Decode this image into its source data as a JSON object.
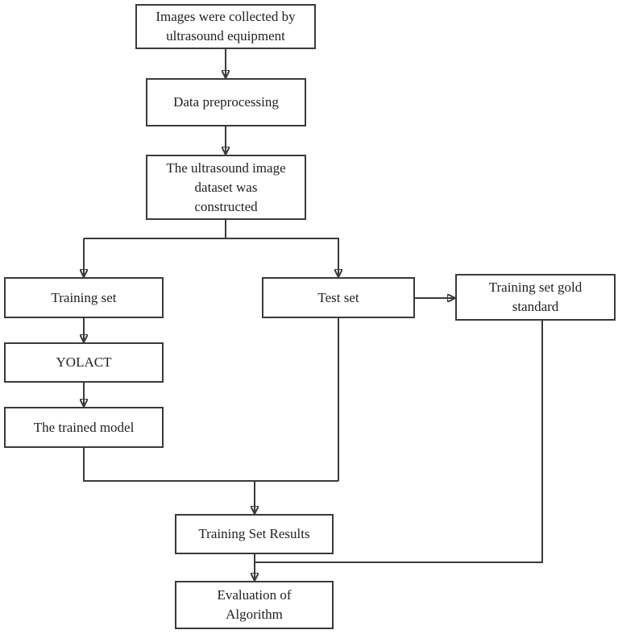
{
  "nodes": {
    "collect": "Images were collected by ultrasound equipment",
    "preprocess": "Data preprocessing",
    "dataset": "The ultrasound image dataset was constructed",
    "training_set": "Training set",
    "test_set": "Test set",
    "gold_standard": "Training set gold standard",
    "yolact": "YOLACT",
    "trained_model": "The trained model",
    "results": "Training Set Results",
    "evaluation": "Evaluation of Algorithm"
  },
  "colors": {
    "stroke": "#3a3a3a",
    "text": "#222222",
    "background": "#ffffff"
  }
}
